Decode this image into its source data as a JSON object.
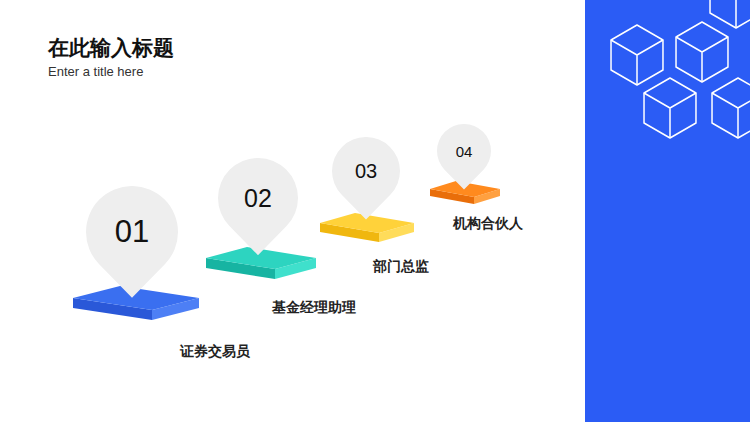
{
  "diagram": {
    "title": "在此输入标题",
    "nodes": [
      {
        "text": [
          "01"
        ]
      },
      {
        "text": [
          "02"
        ]
      },
      {
        "text": [
          "03"
        ]
      },
      {
        "text": [
          "04"
        ]
      }
    ],
    "labels": [
      "Enter a title here",
      "证券交易员",
      "基金经理助理",
      "部门总监",
      "机构合伙人"
    ]
  }
}
